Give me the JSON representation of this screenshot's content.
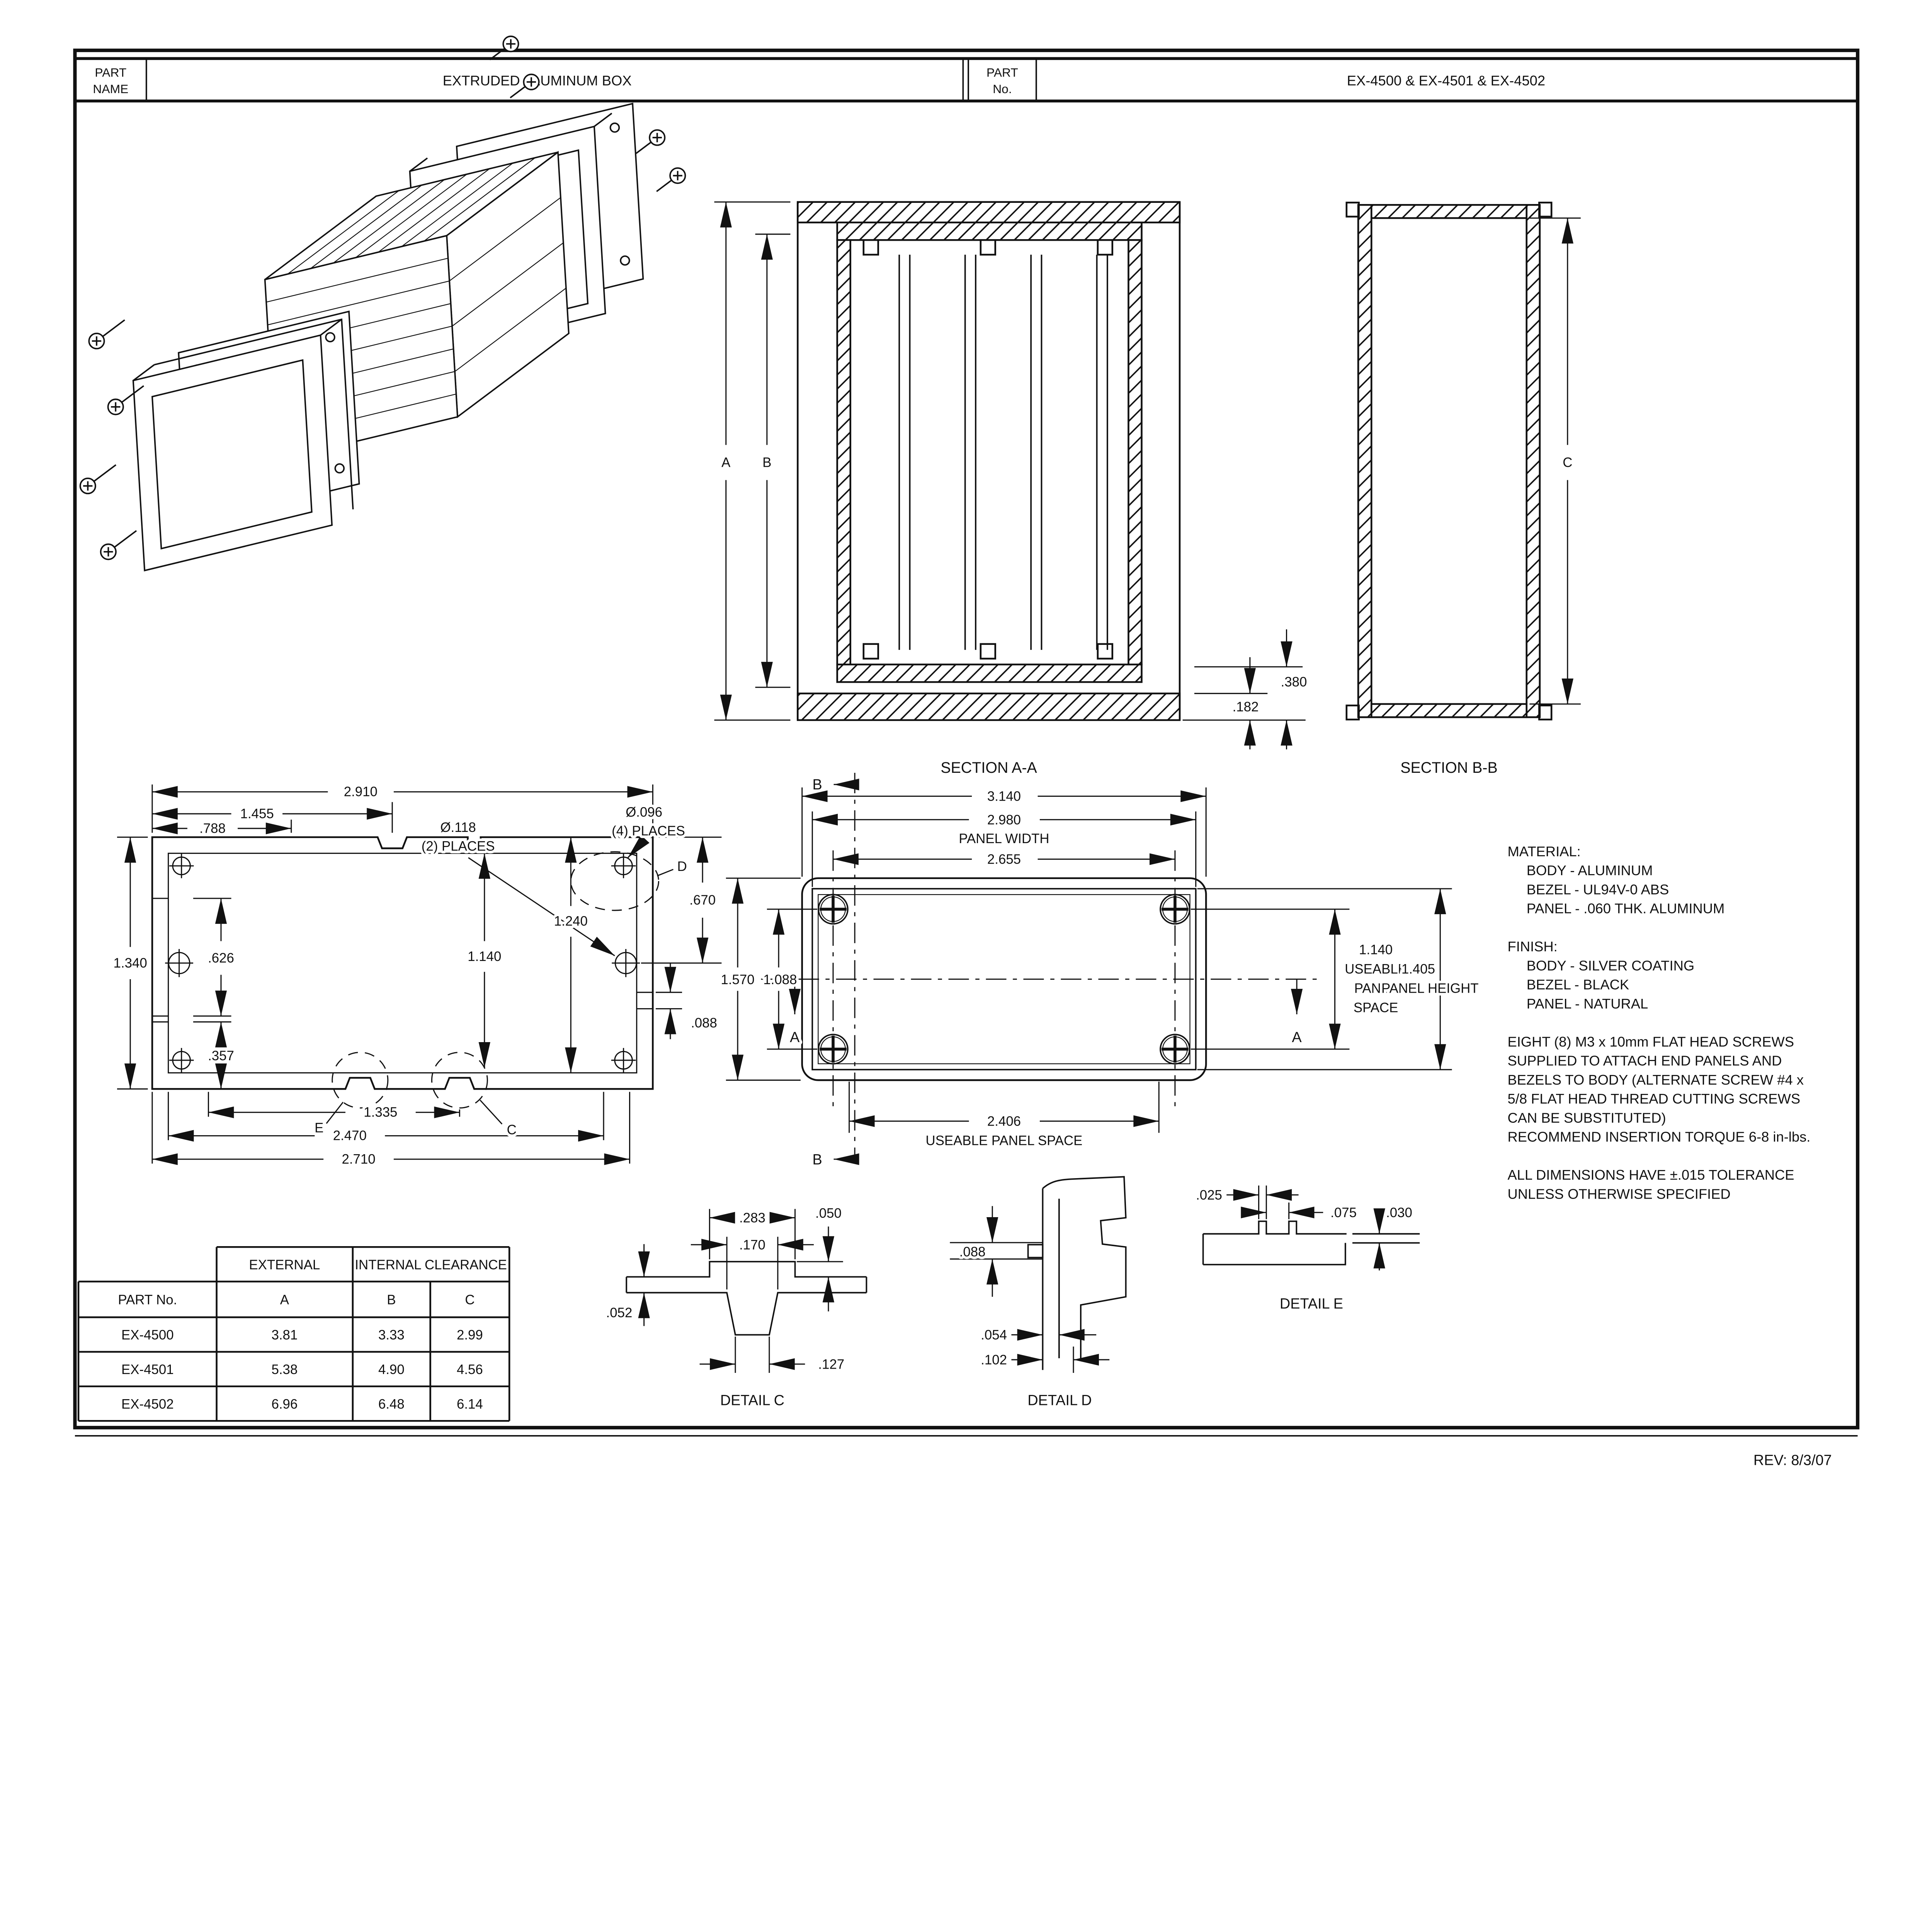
{
  "title_block": {
    "part_name_label_1": "PART",
    "part_name_label_2": "NAME",
    "part_name": "EXTRUDED ALUMINUM BOX",
    "part_no_label_1": "PART",
    "part_no_label_2": "No.",
    "part_no": "EX-4500   &   EX-4501   &   EX-4502"
  },
  "sections": {
    "a": {
      "label": "SECTION A-A",
      "dim_a": "A",
      "dim_b": "B",
      "dim_380": ".380",
      "dim_182": ".182"
    },
    "b": {
      "label": "SECTION B-B",
      "dim_c": "C"
    }
  },
  "profile": {
    "dim_2910": "2.910",
    "dim_1455": "1.455",
    "dim_788": ".788",
    "dim_1340": "1.340",
    "dim_626": ".626",
    "dim_357": ".357",
    "dim_1240": "1.240",
    "dim_1140": "1.140",
    "dim_670": ".670",
    "dim_088": ".088",
    "dim_1335": "1.335",
    "dim_2470": "2.470",
    "dim_2710": "2.710",
    "hole_118": "Ø.118",
    "hole_118_note": "(2) PLACES",
    "hole_096": "Ø.096",
    "hole_096_note": "(4) PLACES",
    "callout_c": "C",
    "callout_d": "D",
    "callout_e": "E"
  },
  "panel": {
    "dim_3140": "3.140",
    "dim_2980": "2.980",
    "panel_width_label": "PANEL WIDTH",
    "dim_2655": "2.655",
    "dim_1570": "1.570",
    "dim_1088": "1.088",
    "dim_1140": "1.140",
    "useable_1": "USEABLE",
    "useable_2": "PANEL",
    "useable_3": "SPACE",
    "dim_1405": "1.405",
    "panel_height_label": "PANEL HEIGHT",
    "dim_2406": "2.406",
    "useable_panel_space": "USEABLE PANEL SPACE",
    "marker_a": "A",
    "marker_b": "B"
  },
  "notes": {
    "material_title": "MATERIAL:",
    "material": [
      "BODY - ALUMINUM",
      "BEZEL - UL94V-0 ABS",
      "PANEL - .060 THK. ALUMINUM"
    ],
    "finish_title": "FINISH:",
    "finish": [
      "BODY - SILVER COATING",
      "BEZEL - BLACK",
      "PANEL - NATURAL"
    ],
    "screws": [
      "EIGHT (8) M3 x 10mm FLAT HEAD SCREWS",
      "SUPPLIED TO ATTACH END PANELS AND",
      "BEZELS TO BODY (ALTERNATE SCREW #4 x",
      "5/8 FLAT HEAD THREAD CUTTING SCREWS",
      "CAN BE SUBSTITUTED)",
      "RECOMMEND INSERTION TORQUE 6-8 in-lbs."
    ],
    "tolerance": [
      "ALL DIMENSIONS HAVE  ±.015 TOLERANCE",
      "UNLESS OTHERWISE SPECIFIED"
    ]
  },
  "details": {
    "c": {
      "label": "DETAIL C",
      "dim_283": ".283",
      "dim_170": ".170",
      "dim_050": ".050",
      "dim_052": ".052",
      "dim_127": ".127"
    },
    "d": {
      "label": "DETAIL D",
      "dim_088": ".088",
      "dim_054": ".054",
      "dim_102": ".102"
    },
    "e": {
      "label": "DETAIL E",
      "dim_025": ".025",
      "dim_075": ".075",
      "dim_030": ".030"
    }
  },
  "table": {
    "header_external": "EXTERNAL",
    "header_internal": "INTERNAL CLEARANCE",
    "col_part": "PART No.",
    "col_a": "A",
    "col_b": "B",
    "col_c": "C",
    "rows": [
      {
        "part": "EX-4500",
        "a": "3.81",
        "b": "3.33",
        "c": "2.99"
      },
      {
        "part": "EX-4501",
        "a": "5.38",
        "b": "4.90",
        "c": "4.56"
      },
      {
        "part": "EX-4502",
        "a": "6.96",
        "b": "6.48",
        "c": "6.14"
      }
    ]
  },
  "footer": {
    "rev": "REV: 8/3/07"
  }
}
